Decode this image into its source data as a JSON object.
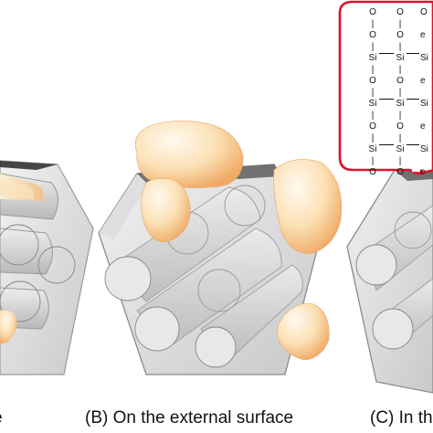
{
  "captions": {
    "a": "e",
    "b": "(B) On the external surface",
    "c": "(C) In th"
  },
  "inset": {
    "si_label": "Si",
    "o_label": "O",
    "edge_glyph": "e",
    "rows": [
      "Si",
      "Si",
      "Si"
    ]
  },
  "colors": {
    "particle_light": "#fdf0d2",
    "particle_dark": "#f3b877",
    "callout_border": "#e0102a",
    "silica_gray": "#c8c8c8"
  }
}
